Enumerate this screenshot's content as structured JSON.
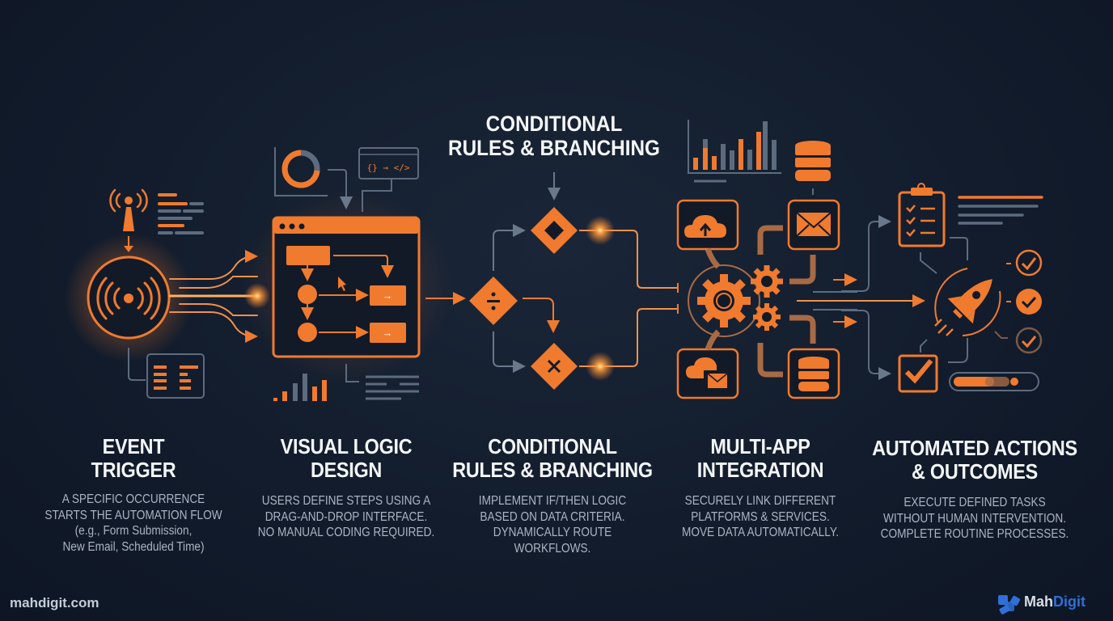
{
  "colors": {
    "background": "#121c2c",
    "accent": "#f07a2e",
    "muted_line": "#5d6b7e",
    "title_text": "#f4f6f8",
    "desc_text": "#aab4c3",
    "brand_blue": "#2f6fd8"
  },
  "top_label": {
    "line1": "CONDITIONAL",
    "line2": "RULES & BRANCHING"
  },
  "steps": [
    {
      "title_line1": "EVENT",
      "title_line2": "TRIGGER",
      "desc_lines": [
        "A SPECIFIC OCCURRENCE",
        "STARTS THE AUTOMATION FLOW",
        "(e.g., Form Submission,",
        "New Email, Scheduled Time)"
      ],
      "icon": "broadcast-signal-icon"
    },
    {
      "title_line1": "VISUAL LOGIC",
      "title_line2": "DESIGN",
      "desc_lines": [
        "USERS DEFINE STEPS USING A",
        "DRAG-AND-DROP INTERFACE.",
        "NO MANUAL CODING REQUIRED."
      ],
      "icon": "flowchart-window-icon",
      "code_label": "{} → </>"
    },
    {
      "title_line1": "CONDITIONAL",
      "title_line2": "RULES & BRANCHING",
      "desc_lines": [
        "IMPLEMENT IF/THEN LOGIC",
        "BASED ON DATA CRITERIA.",
        "DYNAMICALLY ROUTE",
        "WORKFLOWS."
      ],
      "icon": "decision-diamond-icon"
    },
    {
      "title_line1": "MULTI-APP",
      "title_line2": "INTEGRATION",
      "desc_lines": [
        "SECURELY LINK DIFFERENT",
        "PLATFORMS & SERVICES.",
        "MOVE DATA AUTOMATICALLY."
      ],
      "icon": "gears-integration-icon"
    },
    {
      "title_line1": "AUTOMATED ACTIONS",
      "title_line2": "& OUTCOMES",
      "desc_lines": [
        "EXECUTE DEFINED TASKS",
        "WITHOUT HUMAN INTERVENTION.",
        "COMPLETE ROUTINE PROCESSES."
      ],
      "icon": "rocket-icon"
    }
  ],
  "footer": {
    "url": "mahdigit.com",
    "brand_part1": "Mah",
    "brand_part2": "Digit"
  }
}
